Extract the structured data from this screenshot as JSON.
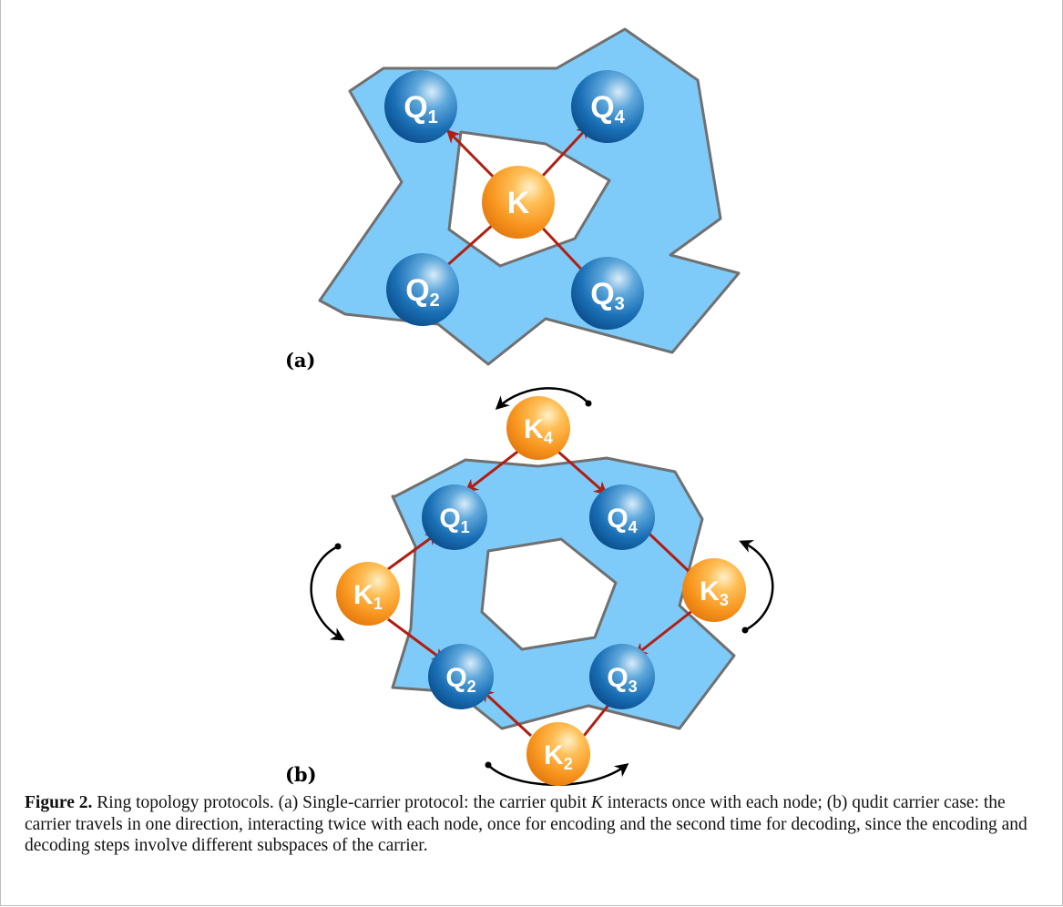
{
  "figure": {
    "panels": [
      {
        "label": "(a)",
        "carriers": [
          {
            "letter": "K",
            "sub": ""
          }
        ],
        "nodes": [
          {
            "letter": "Q",
            "sub": "1"
          },
          {
            "letter": "Q",
            "sub": "4"
          },
          {
            "letter": "Q",
            "sub": "2"
          },
          {
            "letter": "Q",
            "sub": "3"
          }
        ]
      },
      {
        "label": "(b)",
        "carriers": [
          {
            "letter": "K",
            "sub": "4"
          },
          {
            "letter": "K",
            "sub": "1"
          },
          {
            "letter": "K",
            "sub": "3"
          },
          {
            "letter": "K",
            "sub": "2"
          }
        ],
        "nodes": [
          {
            "letter": "Q",
            "sub": "1"
          },
          {
            "letter": "Q",
            "sub": "4"
          },
          {
            "letter": "Q",
            "sub": "2"
          },
          {
            "letter": "Q",
            "sub": "3"
          }
        ]
      }
    ],
    "colors": {
      "region_fill": "#7ecbf9",
      "region_stroke": "#707070",
      "node_blue": "#1a6fb5",
      "carrier_orange": "#f7941d",
      "arrow_red": "#b11e12",
      "rotation_arrow": "#000000"
    }
  },
  "caption": {
    "title": "Figure 2.",
    "text_1": " Ring topology protocols. (a) Single-carrier protocol: the carrier qubit ",
    "italic_k": "K",
    "text_2": " interacts once with each node; (b) qudit carrier case: the carrier travels in one direction, interacting twice with each node, once for encoding and the second time for decoding, since the encoding and decoding steps involve different subspaces of the carrier."
  }
}
